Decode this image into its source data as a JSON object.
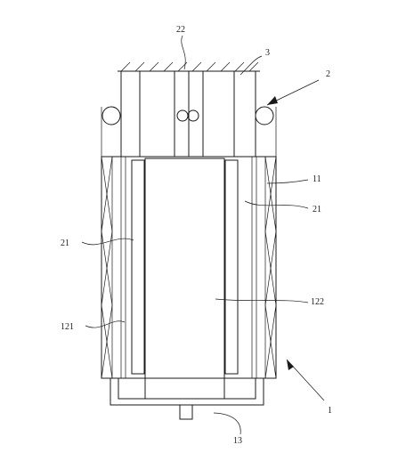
{
  "labels": {
    "n22": "22",
    "n3": "3",
    "n2": "2",
    "n11": "11",
    "n21_right": "21",
    "n21_left": "21",
    "n122": "122",
    "n121": "121",
    "n1": "1",
    "n13": "13"
  }
}
